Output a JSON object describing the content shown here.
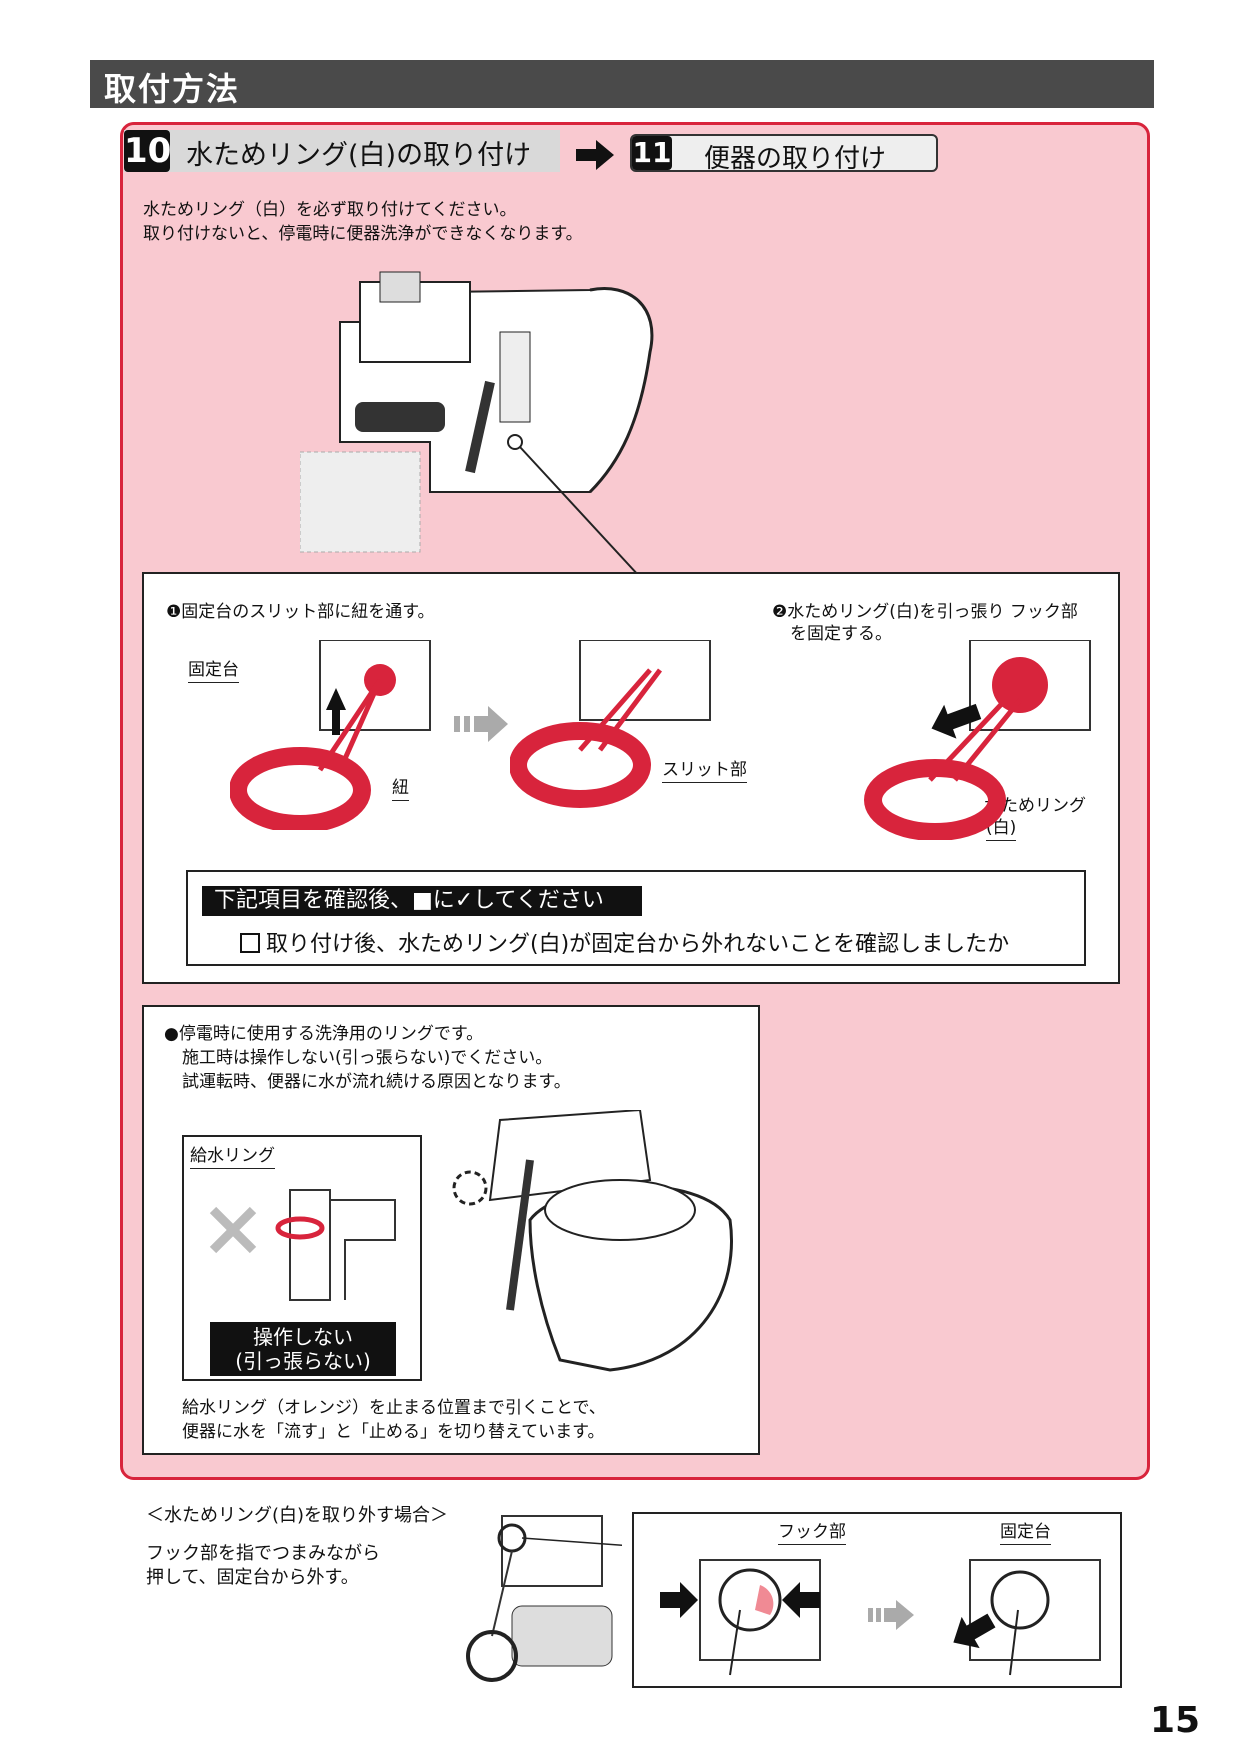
{
  "header": {
    "title": "取付方法"
  },
  "steps": {
    "current_number": "10",
    "current_title": "水ためリング(白)の取り付け",
    "next_number": "11",
    "next_title": "便器の取り付け"
  },
  "intro": {
    "line1": "水ためリング（白）を必ず取り付けてください。",
    "line2": "取り付けないと、停電時に便器洗浄ができなくなります。"
  },
  "procedure": {
    "step1_text": "❶固定台のスリット部に紐を通す。",
    "step2_line1": "❷水ためリング(白)を引っ張り フック部",
    "step2_line2": "を固定する。",
    "label_base": "固定台",
    "label_string": "紐",
    "label_slit": "スリット部",
    "label_ring_line1": "水ためリング",
    "label_ring_line2": "(白)"
  },
  "checklist": {
    "header": "下記項目を確認後、■に✓してください",
    "item": "取り付け後、水ためリング(白)が固定台から外れないことを確認しましたか"
  },
  "caution": {
    "line1": "●停電時に使用する洗浄用のリングです。",
    "line2": "施工時は操作しない(引っ張らない)でください。",
    "line3": "試運転時、便器に水が流れ続ける原因となります。",
    "supply_ring_label": "給水リング",
    "do_not_line1": "操作しない",
    "do_not_line2": "(引っ張らない)",
    "note_line1": "給水リング（オレンジ）を止まる位置まで引くことで、",
    "note_line2": "便器に水を「流す」と「止める」を切り替えています。"
  },
  "removal": {
    "title": "＜水ためリング(白)を取り外す場合＞",
    "line1": "フック部を指でつまみながら",
    "line2": "押して、固定台から外す。",
    "label_hook": "フック部",
    "label_base": "固定台"
  },
  "page_number": "15",
  "colors": {
    "accent_red": "#d8243c",
    "panel_pink": "#f9c9d0",
    "header_gray": "#4a4a4a"
  }
}
